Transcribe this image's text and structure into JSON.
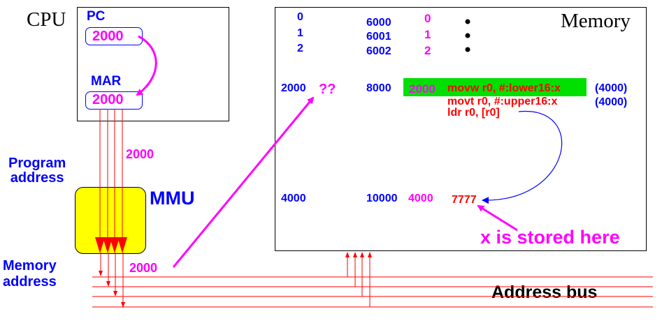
{
  "colors": {
    "blue": "#0000ff",
    "magenta": "#ff00ff",
    "red": "#ff0000",
    "green": "#00e000",
    "yellow": "#ffff00",
    "black": "#000000"
  },
  "cpu": {
    "title": "CPU",
    "pc_label": "PC",
    "pc_value": "2000",
    "mar_label": "MAR",
    "mar_value": "2000"
  },
  "labels": {
    "program_address": "Program\naddress",
    "memory_address": "Memory\naddress",
    "mmu": "MMU",
    "addr_value_top": "2000",
    "addr_value_bottom": "2000",
    "address_bus": "Address bus",
    "x_stored": "x is stored here"
  },
  "memory": {
    "title": "Memory",
    "left_addrs": [
      "0",
      "1",
      "2"
    ],
    "mid_addrs": [
      "6000",
      "6001",
      "6002"
    ],
    "mid_vals": [
      "0",
      "1",
      "2"
    ],
    "row2000": {
      "addr": "2000",
      "val": "??",
      "addr2": "8000",
      "val2": "2000"
    },
    "instructions": [
      {
        "text": "movw  r0, #:lower16:x",
        "note": "(4000)"
      },
      {
        "text": "movt   r0, #:upper16:x",
        "note": "(4000)"
      },
      {
        "text": "ldr   r0, [r0]",
        "note": ""
      }
    ],
    "row4000": {
      "addr": "4000",
      "addr2": "10000",
      "val2": "4000",
      "stored": "7777"
    }
  }
}
